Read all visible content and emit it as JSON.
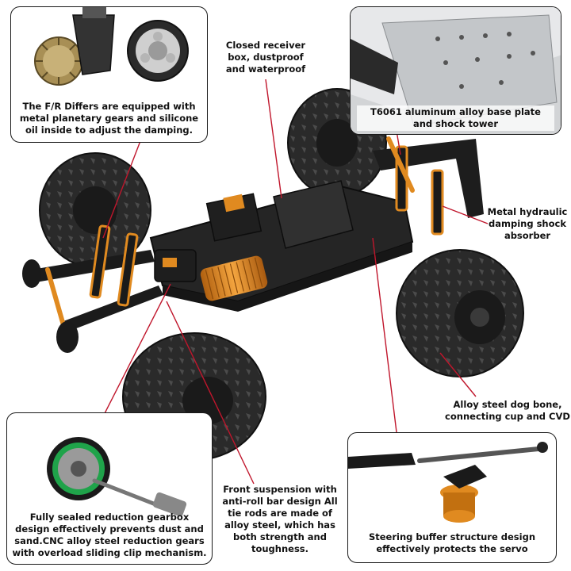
{
  "colors": {
    "accent": "#c0162c",
    "tire": "#2b2b2b",
    "chassis": "#262626",
    "aluminum": "#e08a20",
    "frame": "#1a1a1a"
  },
  "callouts": {
    "differential": "The F/R Differs are equipped with metal planetary gears and silicone oil inside to adjust the damping.",
    "base_plate": "T6061 aluminum alloy base plate and shock tower",
    "gearbox": "Fully sealed reduction gearbox design effectively prevents dust and sand.CNC alloy steel reduction gears with overload sliding clip mechanism.",
    "steering": "Steering buffer structure design effectively protects the servo"
  },
  "labels": {
    "receiver_box": "Closed receiver box, dustproof and waterproof",
    "shock_absorber": "Metal hydraulic damping shock absorber",
    "dog_bone": "Alloy steel dog bone, connecting cup and CVD",
    "front_suspension": "Front suspension with anti-roll bar design All tie rods are made of alloy steel, which has both strength and toughness."
  }
}
